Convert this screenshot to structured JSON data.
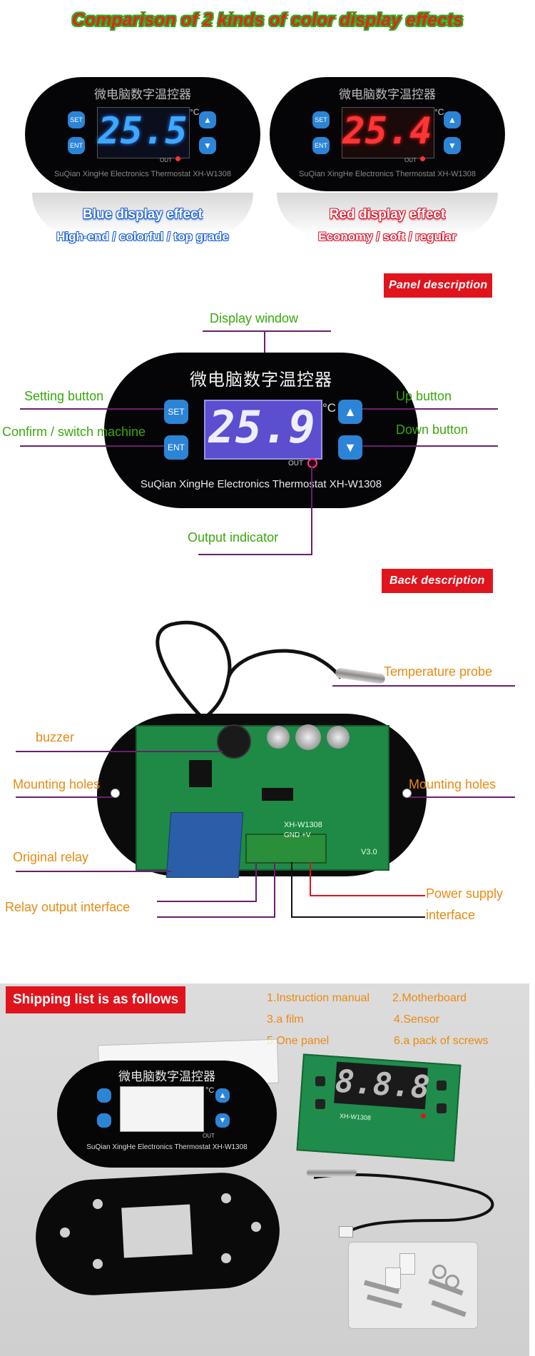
{
  "header": {
    "title": "Comparison of 2 kinds of color display effects"
  },
  "comparison": {
    "blue": {
      "chinese_title": "微电脑数字温控器",
      "reading": "25.5",
      "unit": "°C",
      "set_label": "SET",
      "ent_label": "ENT",
      "out_label": "OUT",
      "model_line": "SuQian XingHe Electronics Thermostat  XH-W1308",
      "caption": "Blue display effect",
      "subcaption": "High-end / colorful / top grade",
      "display_color": "#3ea8ff"
    },
    "red": {
      "chinese_title": "微电脑数字温控器",
      "reading": "25.4",
      "unit": "°C",
      "set_label": "SET",
      "ent_label": "ENT",
      "out_label": "OUT",
      "model_line": "SuQian XingHe Electronics Thermostat  XH-W1308",
      "caption": "Red display effect",
      "subcaption": "Economy / soft / regular",
      "display_color": "#ff3535"
    }
  },
  "panel_description": {
    "badge": "Panel description",
    "chinese_title": "微电脑数字温控器",
    "reading": "25.9",
    "unit": "°C",
    "set_label": "SET",
    "ent_label": "ENT",
    "out_label": "OUT",
    "model_line": "SuQian XingHe Electronics Thermostat  XH-W1308",
    "labels": {
      "display_window": "Display window",
      "setting_button": "Setting button",
      "confirm_switch": "Confirm / switch machine",
      "up_button": "Up button",
      "down_button": "Down button",
      "output_indicator": "Output indicator"
    },
    "display_color": "#eeeeff",
    "display_bg": "#5b4fd0"
  },
  "back_description": {
    "badge": "Back description",
    "labels": {
      "temperature_probe": "Temperature probe",
      "buzzer": "buzzer",
      "mounting_holes_left": "Mounting holes",
      "mounting_holes_right": "Mounting holes",
      "original_relay": "Original relay",
      "relay_output": "Relay output interface",
      "power_supply_1": "Power supply",
      "power_supply_2": "interface"
    },
    "board_model": "XH-W1308",
    "board_version": "V3.0",
    "board_terminals": "GND  +V"
  },
  "shipping": {
    "badge": "Shipping list is as follows",
    "items": [
      "1.Instruction manual",
      "2.Motherboard",
      "3.a film",
      "4.Sensor",
      "5.One panel",
      "6.a pack of screws"
    ],
    "panel": {
      "chinese_title": "微电脑数字温控器",
      "unit": "°C",
      "out_label": "OUT",
      "model_line": "SuQian XingHe Electronics Thermostat  XH-W1308"
    },
    "board_reading": "8.8.8",
    "board_model": "XH-W1308"
  },
  "colors": {
    "label_green": "#3aa80e",
    "label_orange": "#e98a12",
    "badge_red": "#e0141d",
    "line_purple": "#6a1f6e",
    "button_blue": "#2c84d6"
  }
}
